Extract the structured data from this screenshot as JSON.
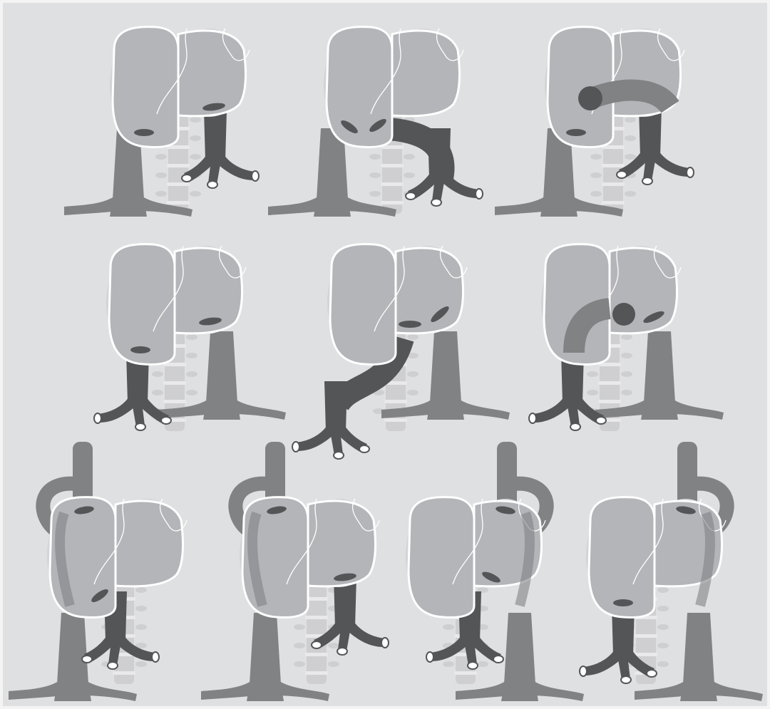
{
  "figure": {
    "rows": 3,
    "panel_count": 10,
    "colors": {
      "background": "#dfe0e2",
      "frame": "#f4f4f4",
      "atrium": "#b4b5b9",
      "atrium_halo": "#d3d4d7",
      "vessel_mid": "#818284",
      "vessel_dark": "#545557",
      "spine": "#cfcfd1",
      "spine_gap": "#e9e9eb",
      "outline": "#ffffff"
    },
    "panels": [
      {
        "row": 1,
        "description": "straight-vessels",
        "dark_vessel_side": "right",
        "mid_vessel_side": "left",
        "dark_crosses": false,
        "dot": false,
        "over_top": false
      },
      {
        "row": 1,
        "description": "dark-vessel-crosses",
        "dark_vessel_side": "right",
        "mid_vessel_side": "left",
        "dark_crosses": true,
        "dot": false,
        "over_top": false
      },
      {
        "row": 1,
        "description": "dark-vessel-with-dot",
        "dark_vessel_side": "right",
        "mid_vessel_side": "left",
        "dark_crosses": false,
        "dot": true,
        "over_top": false
      },
      {
        "row": 2,
        "description": "mirror-straight",
        "dark_vessel_side": "left",
        "mid_vessel_side": "right",
        "dark_crosses": false,
        "dot": false,
        "over_top": false
      },
      {
        "row": 2,
        "description": "mirror-crossing",
        "dark_vessel_side": "left",
        "mid_vessel_side": "right",
        "dark_crosses": true,
        "dot": false,
        "over_top": false
      },
      {
        "row": 2,
        "description": "mirror-with-dot",
        "dark_vessel_side": "left",
        "mid_vessel_side": "right",
        "dark_crosses": false,
        "dot": true,
        "over_top": false
      },
      {
        "row": 3,
        "description": "arch-left-dark-right",
        "arch_side": "left",
        "dark_vessel_side": "right",
        "over_top": true
      },
      {
        "row": 3,
        "description": "arch-left-dark-right-tall",
        "arch_side": "left",
        "dark_vessel_side": "right",
        "over_top": true
      },
      {
        "row": 3,
        "description": "arch-right-dark-left",
        "arch_side": "right",
        "dark_vessel_side": "left",
        "over_top": true
      },
      {
        "row": 3,
        "description": "arch-right-dark-left-low",
        "arch_side": "right",
        "dark_vessel_side": "left",
        "over_top": true
      }
    ]
  }
}
